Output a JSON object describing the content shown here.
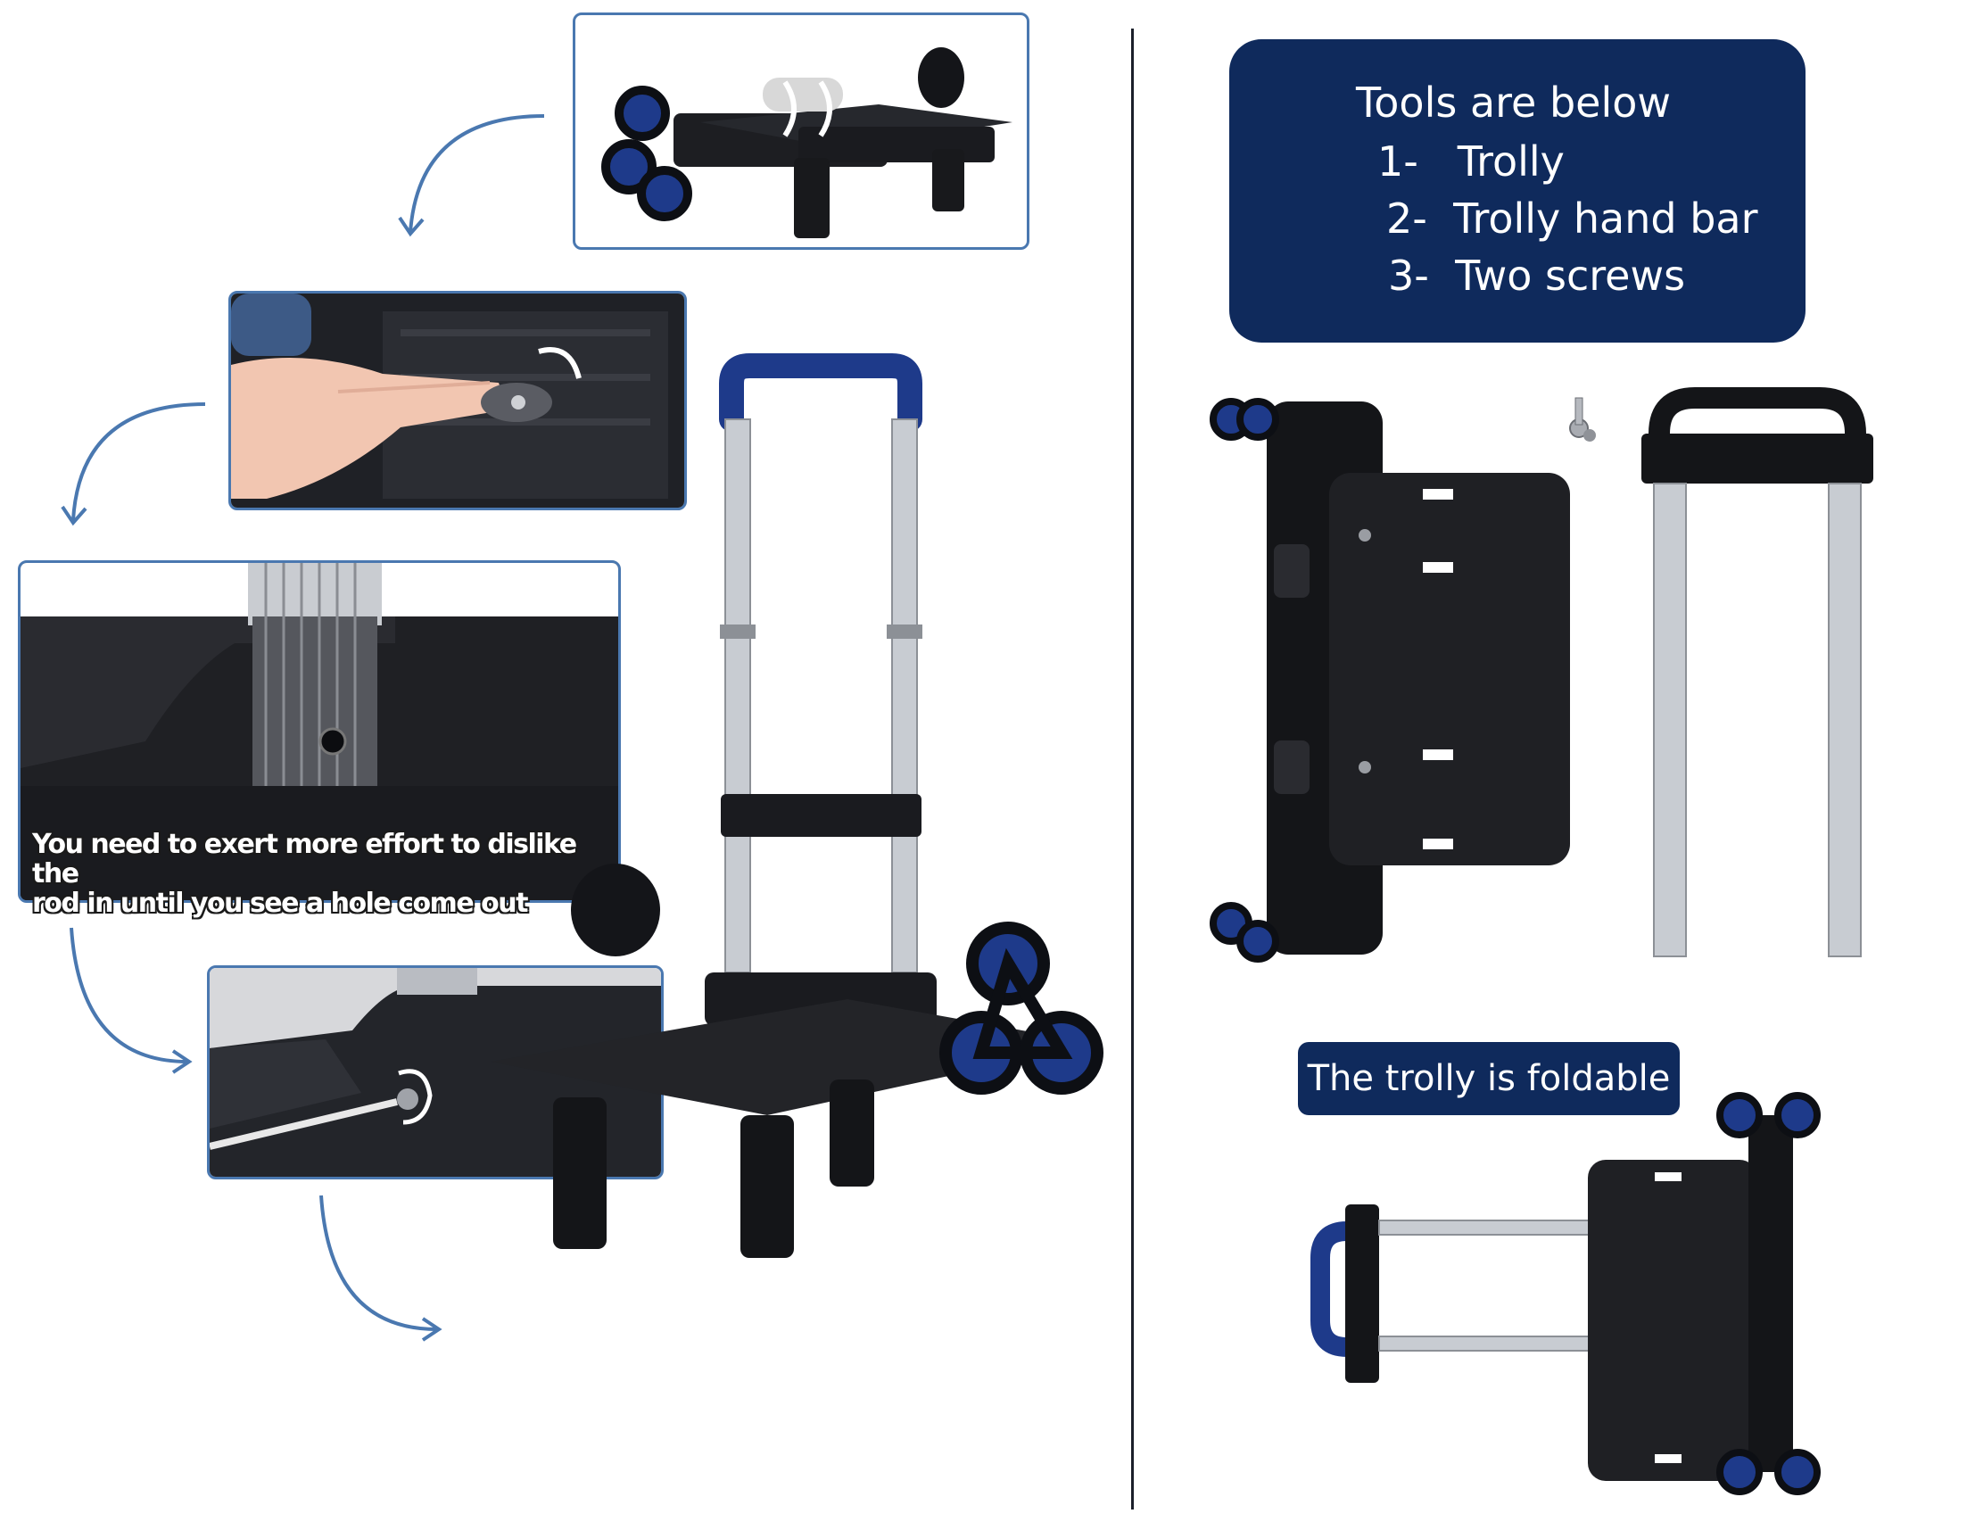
{
  "steps": {
    "step3_caption_line1": "You need to exert more effort to dislike the",
    "step3_caption_line2": "rod in until you see a hole come out"
  },
  "tools": {
    "heading": "Tools are below",
    "items": [
      "1-   Trolly",
      "2-  Trolly hand bar",
      "3-  Two screws"
    ]
  },
  "foldable_label": "The trolly is foldable",
  "colors": {
    "navy": "#0f2a5c",
    "panel_border": "#4a78b0",
    "wheel_blue": "#1e3a8a",
    "aluminum": "#c8ccd2"
  }
}
